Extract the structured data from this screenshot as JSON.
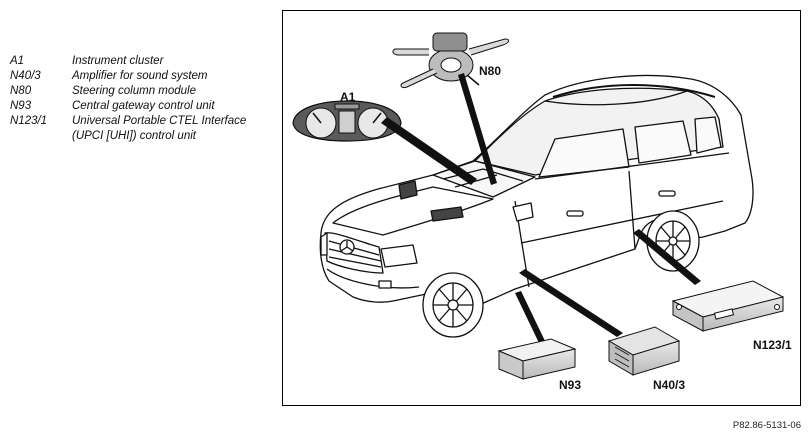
{
  "legend": [
    {
      "code": "A1",
      "text": "Instrument cluster"
    },
    {
      "code": "N40/3",
      "text": "Amplifier for sound system"
    },
    {
      "code": "N80",
      "text": "Steering column module"
    },
    {
      "code": "N93",
      "text": "Central gateway control unit"
    },
    {
      "code": "N123/1",
      "text": "Universal Portable CTEL Interface (UPCI [UHI]) control unit"
    }
  ],
  "callouts": {
    "a1": "A1",
    "n80": "N80",
    "n93": "N93",
    "n40_3": "N40/3",
    "n123_1": "N123/1"
  },
  "reference": "P82.86-5131-06"
}
